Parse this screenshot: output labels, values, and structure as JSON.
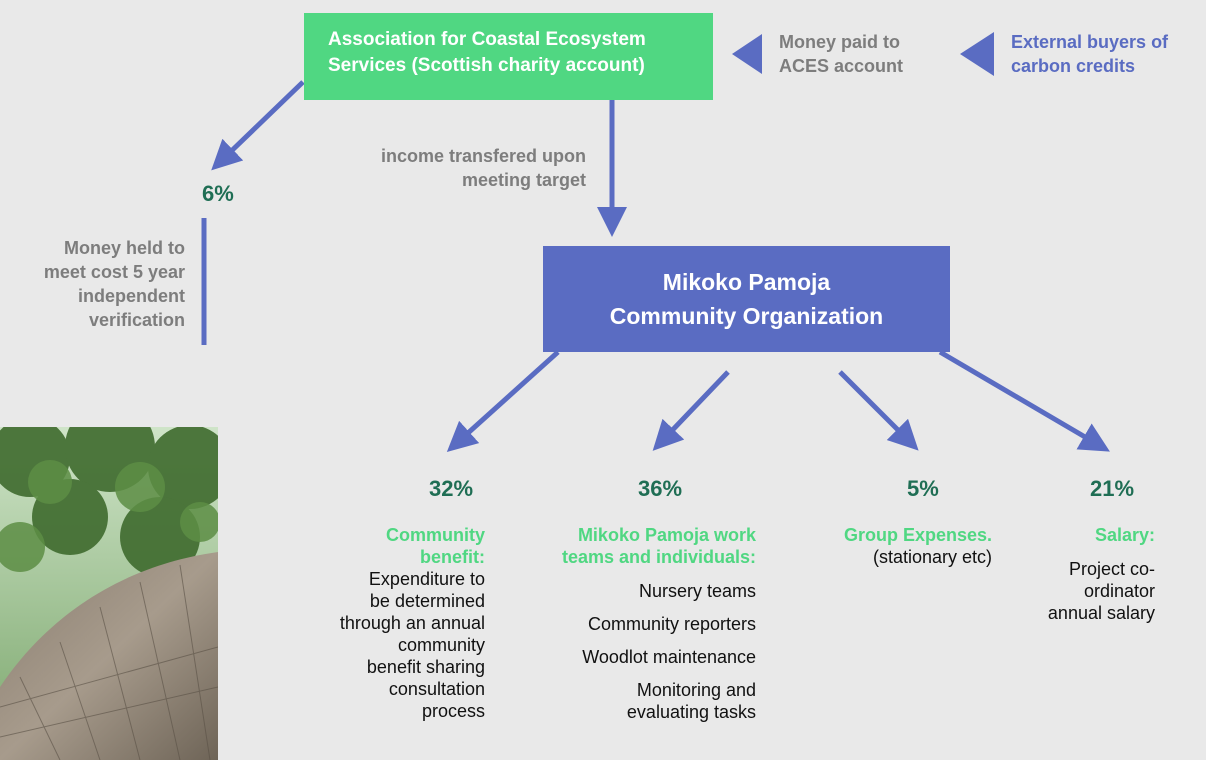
{
  "colors": {
    "background": "#e9e9e9",
    "green": "#50d782",
    "blue": "#5a6cc2",
    "dark_green": "#1f6e54",
    "grey": "#7d7d7d"
  },
  "top_box": {
    "line1": "Association for Coastal Ecosystem",
    "line2": "Services (Scottish charity account)"
  },
  "money_paid": {
    "line1": "Money paid to",
    "line2": "ACES account"
  },
  "external_buyers": {
    "line1": "External buyers of",
    "line2": "carbon credits"
  },
  "income_transfer": {
    "line1": "income transfered upon",
    "line2": "meeting target"
  },
  "verification": {
    "percent": "6%",
    "line1": "Money held to",
    "line2": "meet cost 5 year",
    "line3": "independent",
    "line4": "verification"
  },
  "center_box": {
    "line1": "Mikoko Pamoja",
    "line2": "Community Organization"
  },
  "branches": {
    "community": {
      "percent": "32%",
      "head1": "Community",
      "head2": "benefit:",
      "lines": [
        "Expenditure to",
        "be determined",
        "through an annual",
        "community",
        "benefit sharing",
        "consultation",
        "process"
      ]
    },
    "work_teams": {
      "percent": "36%",
      "head1": "Mikoko Pamoja work",
      "head2": "teams and individuals:",
      "items": [
        "Nursery teams",
        "Community reporters",
        "Woodlot maintenance"
      ],
      "item4_line1": "Monitoring and",
      "item4_line2": "evaluating tasks"
    },
    "group": {
      "percent": "5%",
      "head": "Group Expenses.",
      "note": "(stationary etc)"
    },
    "salary": {
      "percent": "21%",
      "head": "Salary:",
      "lines": [
        "Project co-",
        "ordinator",
        "annual salary"
      ]
    }
  },
  "photo": {
    "icon": "thatched-roof-photo"
  }
}
